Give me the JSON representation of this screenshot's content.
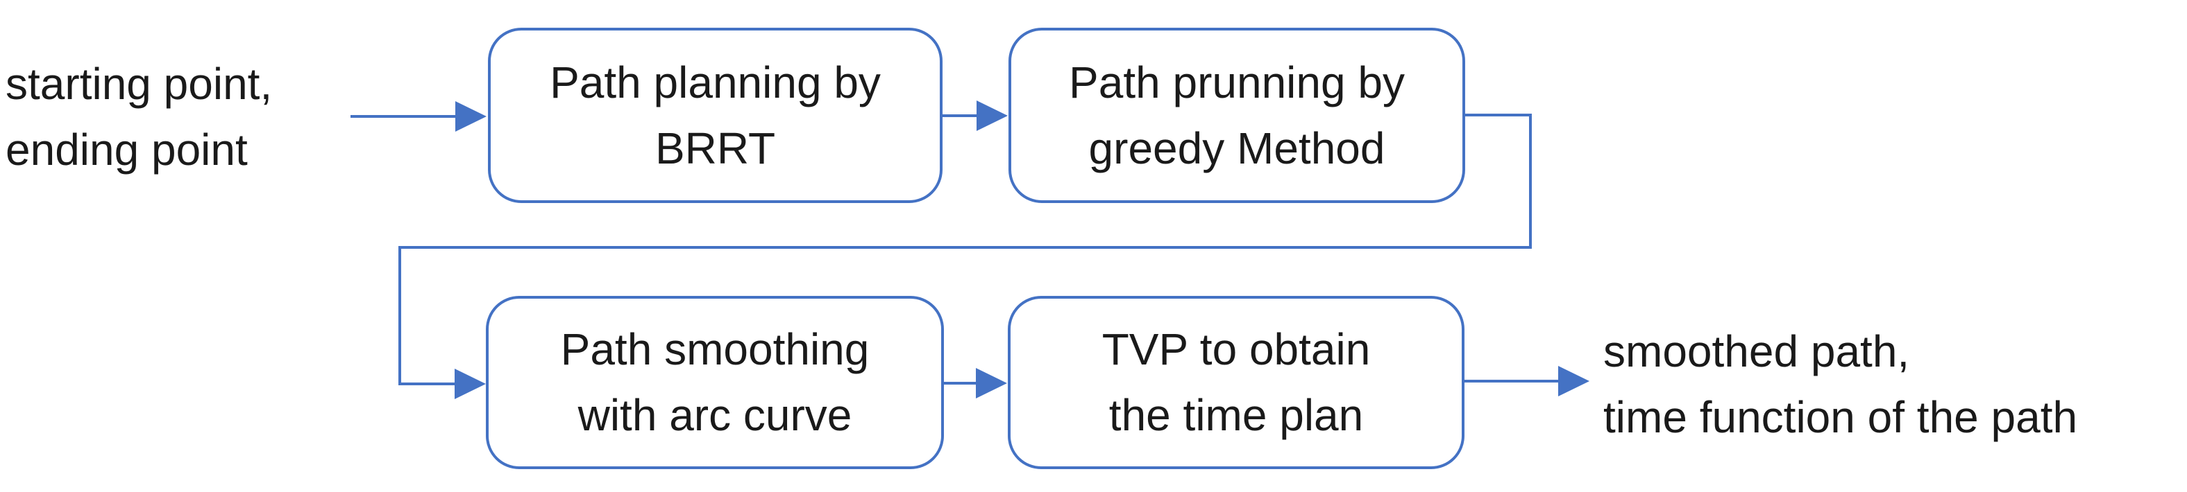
{
  "diagram": {
    "input_label": "starting point,\nending point",
    "output_label": "smoothed path,\ntime function of the path",
    "boxes": [
      {
        "label": "Path planning by\nBRRT"
      },
      {
        "label": "Path prunning by\ngreedy Method"
      },
      {
        "label": "Path smoothing\nwith arc curve"
      },
      {
        "label": "TVP to obtain\nthe time plan"
      }
    ]
  },
  "colors": {
    "accent": "#4472C4",
    "text": "#1a1a1a",
    "background": "#ffffff"
  }
}
